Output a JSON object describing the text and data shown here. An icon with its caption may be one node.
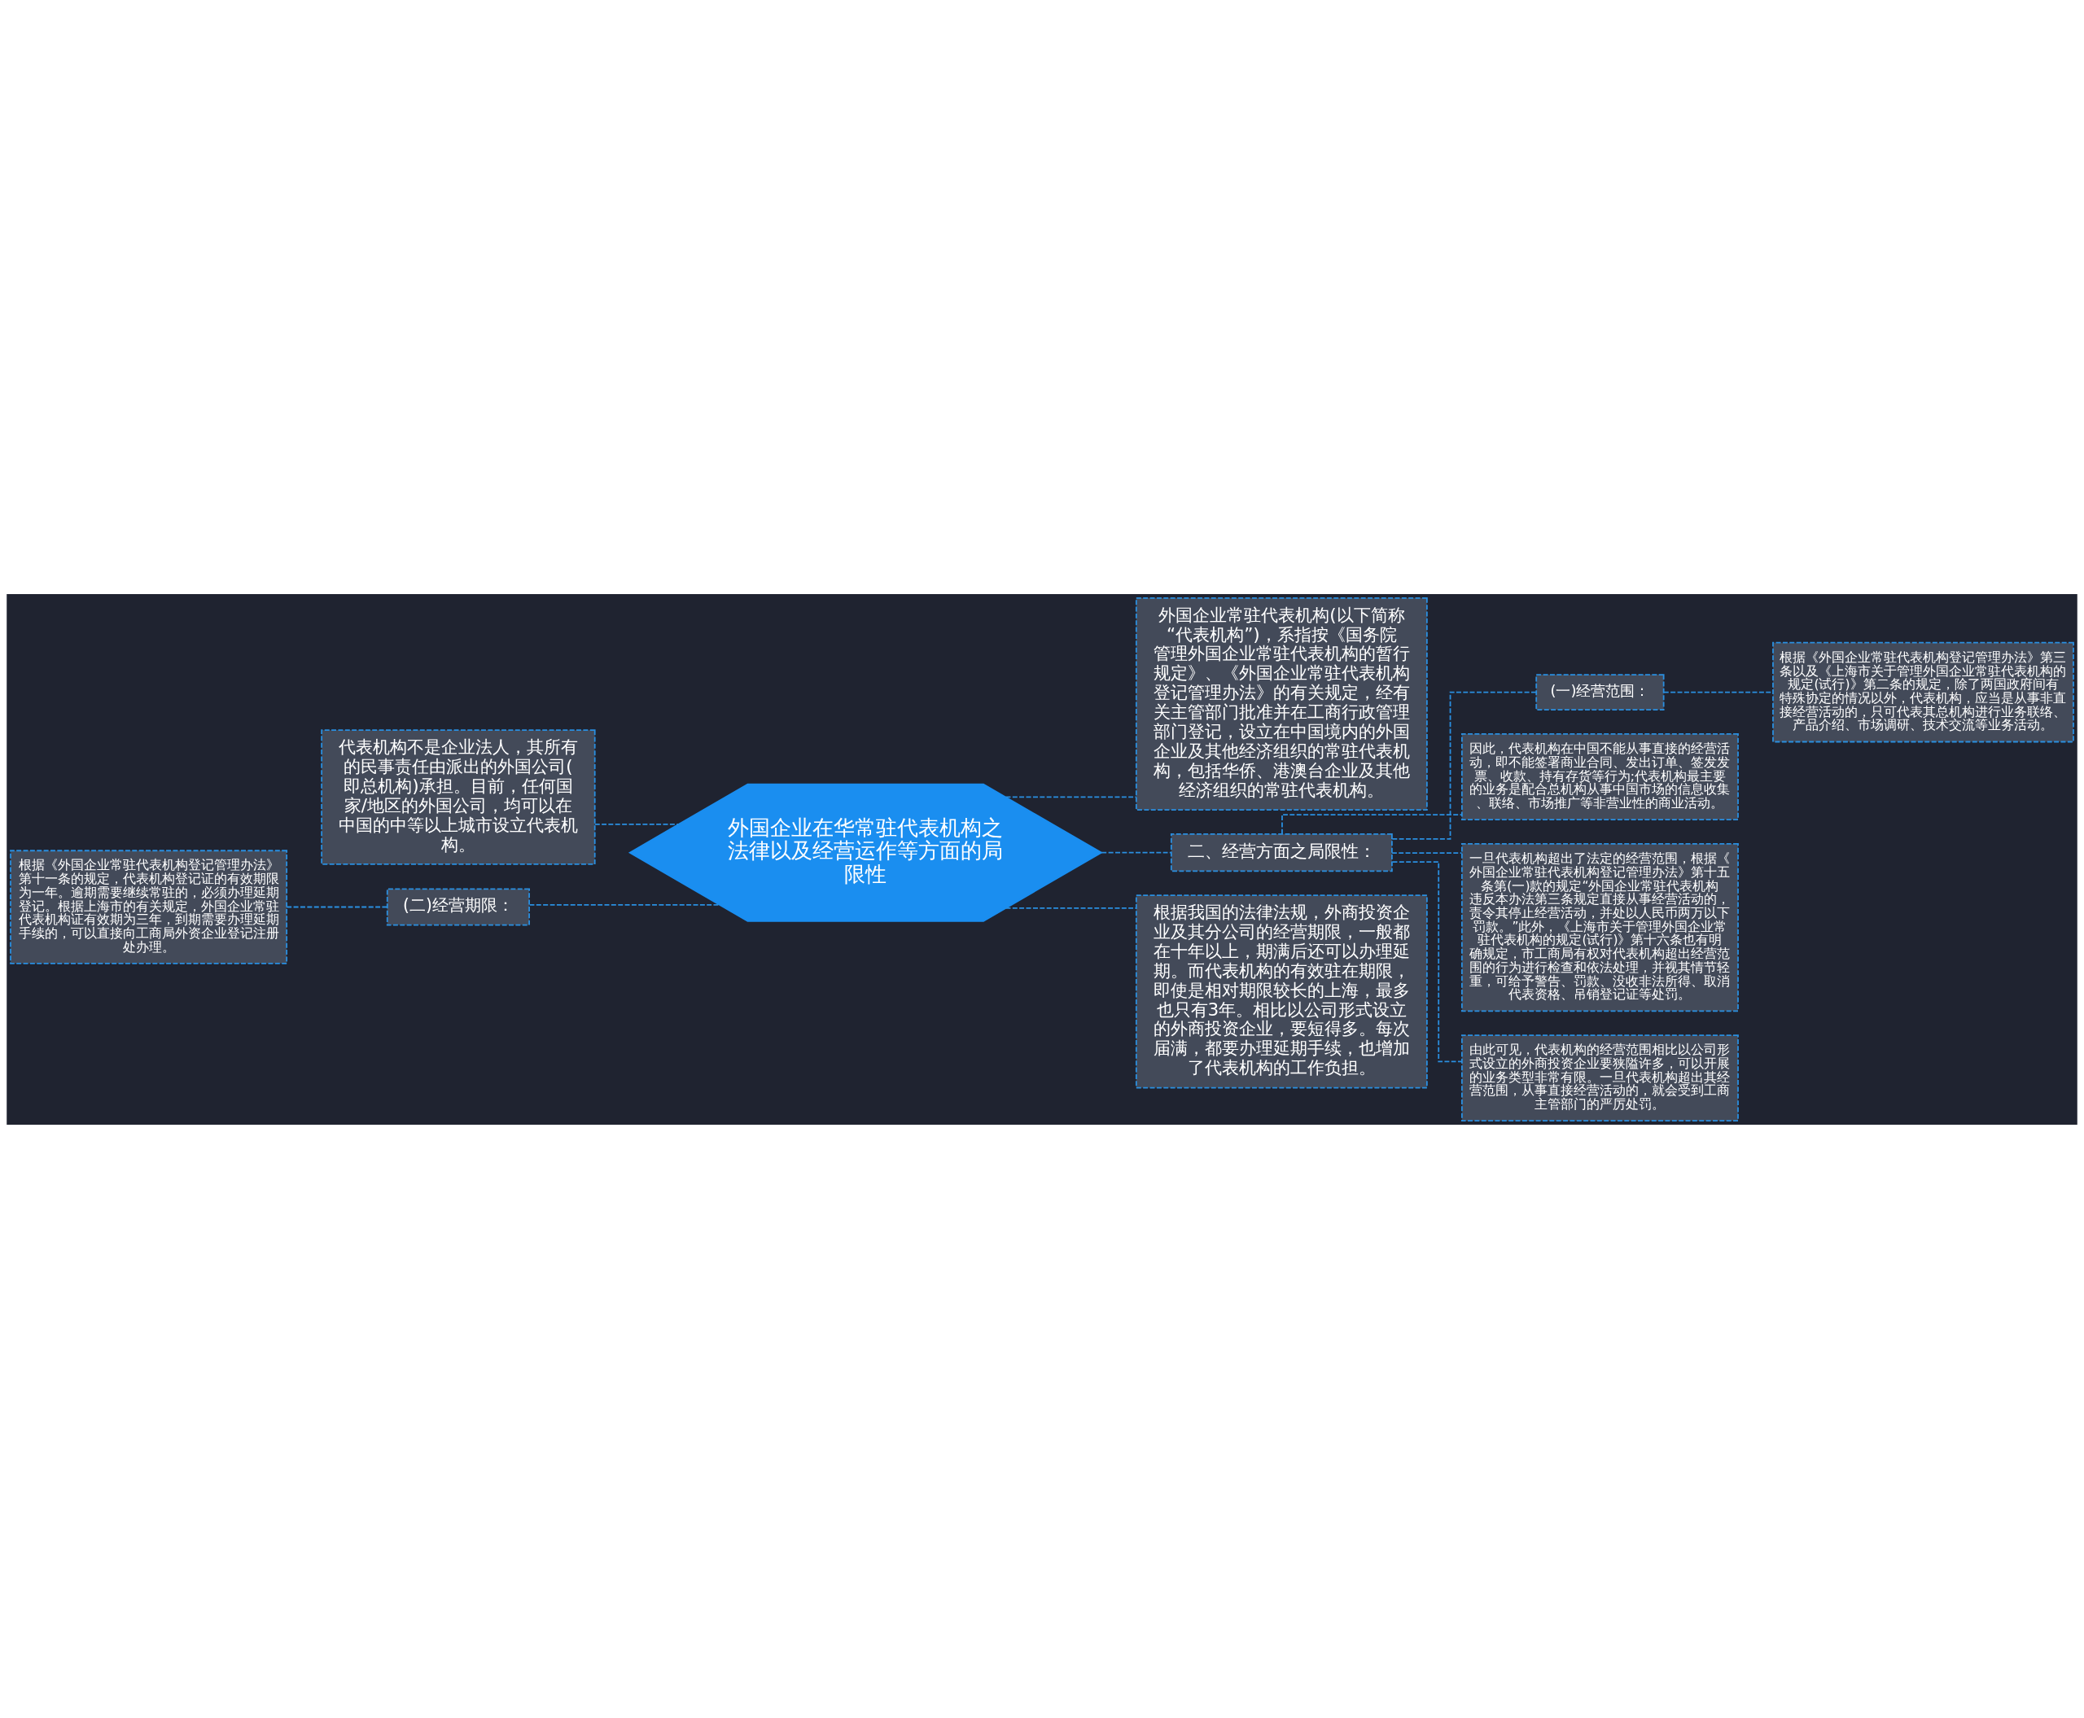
{
  "diagram": {
    "nodes": [
      {
        "text": [
          "外国企业在华常驻代表机构之法律以及经营运作等方面的局限性"
        ]
      },
      {
        "text": [
          "外国企业常驻代表机构(以下简称“代表机构”)，系指按《国务院管理外国企业常驻代表机构的暂行规定》、《外国企业常驻代表机构登记管理办法》的有关规定，经有关主管部门批准并在工商行政管理部门登记，设立在中国境内的外国企业及其他经济组织的常驻代表机构，包括华侨、港澳台企业及其他经济组织的常驻代表机构。"
        ]
      },
      {
        "text": [
          "二、经营方面之局限性："
        ]
      },
      {
        "text": [
          "(一)经营范围："
        ]
      },
      {
        "text": [
          "根据《外国企业常驻代表机构登记管理办法》第三条以及《上海市关于管理外国企业常驻代表机构的规定(试行)》第二条的规定，除了两国政府间有特殊协定的情况以外，代表机构，应当是从事非直接经营活动的，只可代表其总机构进行业务联络、产品介绍、市场调研、技术交流等业务活动。"
        ]
      },
      {
        "text": [
          "因此，代表机构在中国不能从事直接的经营活动，即不能签署商业合同、发出订单、签发发票、收款、持有存货等行为;代表机构最主要的业务是配合总机构从事中国市场的信息收集、联络、市场推广等非营业性的商业活动。"
        ]
      },
      {
        "text": [
          "一旦代表机构超出了法定的经营范围，根据《外国企业常驻代表机构登记管理办法》第十五条第(一)款的规定“外国企业常驻代表机构违反本办法第三条规定直接从事经营活动的，责令其停止经营活动，并处以人民币两万以下罚款。”此外，《上海市关于管理外国企业常驻代表机构的规定(试行)》第十六条也有明确规定，市工商局有权对代表机构超出经营范围的行为进行检查和依法处理，并视其情节轻重，可给予警告、罚款、没收非法所得、取消代表资格、吊销登记证等处罚。"
        ]
      },
      {
        "text": [
          "由此可见，代表机构的经营范围相比以公司形式设立的外商投资企业要狭隘许多，可以开展的业务类型非常有限。一旦代表机构超出其经营范围，从事直接经营活动的，就会受到工商主管部门的严厉处罚。"
        ]
      },
      {
        "text": [
          "根据我国的法律法规，外商投资企业及其分公司的经营期限，一般都在十年以上，期满后还可以办理延期。而代表机构的有效驻在期限，即使是相对期限较长的上海，最多也只有3年。相比以公司形式设立的外商投资企业，要短得多。每次届满，都要办理延期手续，也增加了代表机构的工作负担。"
        ]
      },
      {
        "text": [
          "代表机构不是企业法人，其所有的民事责任由派出的外国公司(即总机构)承担。目前，任何国家/地区的外国公司，均可以在中国的中等以上城市设立代表机构。"
        ]
      },
      {
        "text": [
          "(二)经营期限："
        ]
      },
      {
        "text": [
          "根据《外国企业常驻代表机构登记管理办法》第十一条的规定，代表机构登记证的有效期限为一年。逾期需要继续常驻的，必须办理延期登记。根据上海市的有关规定，外国企业常驻代表机构证有效期为三年，到期需要办理延期手续的，可以直接向工商局外资企业登记注册处办理。"
        ]
      }
    ],
    "edges": [
      {
        "from": 0,
        "to": 1,
        "arrow": "none",
        "style": "dashed"
      },
      {
        "from": 0,
        "to": 2,
        "arrow": "none",
        "style": "dashed"
      },
      {
        "from": 2,
        "to": 3,
        "arrow": "none",
        "style": "dashed"
      },
      {
        "from": 3,
        "to": 4,
        "arrow": "none",
        "style": "dashed"
      },
      {
        "from": 2,
        "to": 5,
        "arrow": "none",
        "style": "dashed"
      },
      {
        "from": 2,
        "to": 6,
        "arrow": "none",
        "style": "dashed"
      },
      {
        "from": 2,
        "to": 7,
        "arrow": "none",
        "style": "dashed"
      },
      {
        "from": 0,
        "to": 8,
        "arrow": "none",
        "style": "dashed"
      },
      {
        "from": 0,
        "to": 9,
        "arrow": "none",
        "style": "dashed"
      },
      {
        "from": 0,
        "to": 10,
        "arrow": "none",
        "style": "dashed"
      },
      {
        "from": 10,
        "to": 11,
        "arrow": "none",
        "style": "dashed"
      }
    ]
  }
}
